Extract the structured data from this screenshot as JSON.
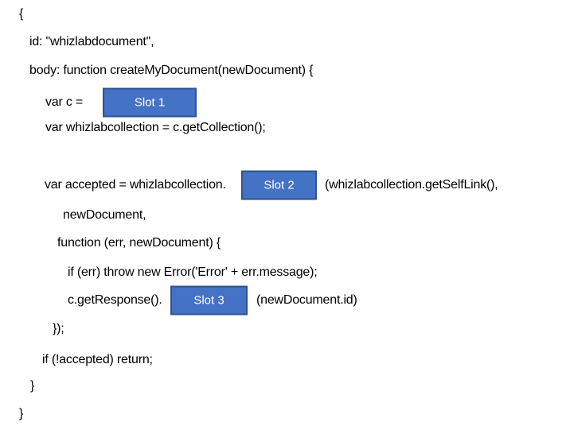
{
  "colors": {
    "slot_fill": "#4472C4",
    "slot_border": "#2F528F",
    "slot_label": "#FFFFFF",
    "code_text": "#000000",
    "background": "#FFFFFF"
  },
  "code_block": {
    "lines": [
      {
        "text": "{"
      },
      {
        "text": "id: \"whizlabdocument\","
      },
      {
        "text": "body: function createMyDocument(newDocument) {"
      },
      {
        "before": "var c =",
        "slot": "Slot 1"
      },
      {
        "text": "var whizlabcollection = c.getCollection();"
      },
      {
        "text": ""
      },
      {
        "before": "var accepted = whizlabcollection.",
        "slot": "Slot 2",
        "after": "(whizlabcollection.getSelfLink(),"
      },
      {
        "text": "newDocument,"
      },
      {
        "text": "function (err, newDocument) {"
      },
      {
        "text": "if (err) throw new Error('Error' + err.message);"
      },
      {
        "before": "c.getResponse().",
        "slot": "Slot 3",
        "after": "(newDocument.id)"
      },
      {
        "text": "});"
      },
      {
        "text": "if (!accepted) return;"
      },
      {
        "text": "}"
      },
      {
        "text": "}"
      }
    ]
  }
}
